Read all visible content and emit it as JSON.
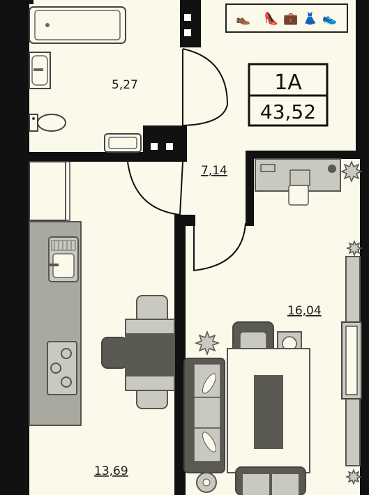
{
  "plan": {
    "apartment_type": "1A",
    "total_area": "43,52",
    "rooms": [
      {
        "id": "bathroom",
        "area": "5,27"
      },
      {
        "id": "hallway",
        "area": "7,14"
      },
      {
        "id": "living-room",
        "area": "16,04"
      },
      {
        "id": "kitchen",
        "area": "13,69"
      }
    ]
  },
  "colors": {
    "wall": "#111111",
    "floor": "#fbf9ea",
    "furniture_fill": "#c9c9c0",
    "furniture_dark": "#5a5a52",
    "counter": "#a9a9a0"
  },
  "icons": [
    "shoe-icon",
    "heel-icon",
    "bag-icon",
    "dress-icon",
    "sneaker-icon"
  ]
}
